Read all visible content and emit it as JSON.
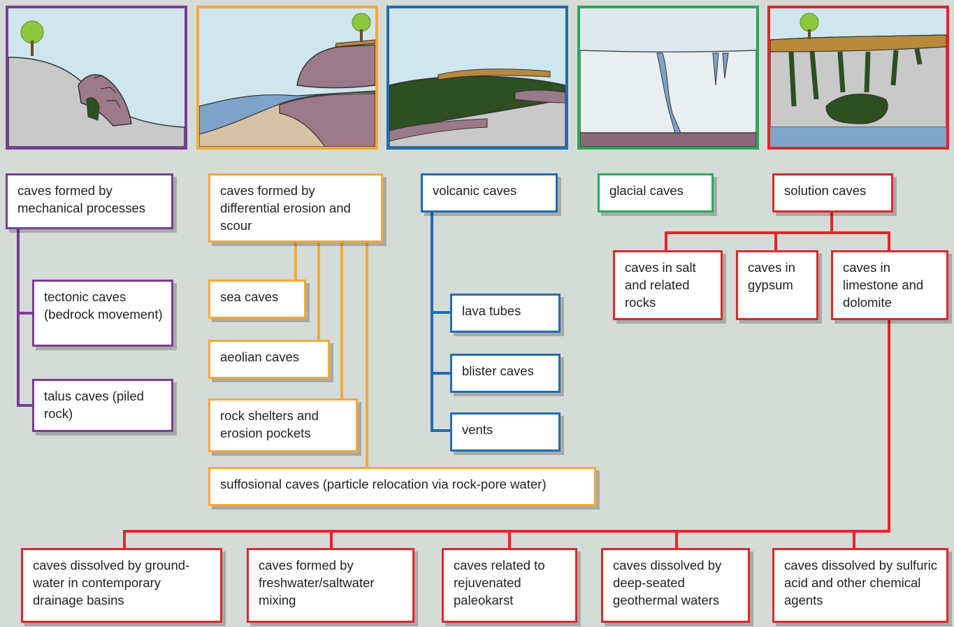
{
  "colors": {
    "mechanical": "#7a3d96",
    "erosion": "#f2aa3a",
    "volcanic": "#1f6db3",
    "glacial": "#2aa85d",
    "solution": "#e0272b"
  },
  "categories": {
    "mechanical": {
      "label": "caves formed by mechanical processes",
      "children": [
        "tectonic  caves (bedrock movement)",
        "talus caves (piled rock)"
      ]
    },
    "erosion": {
      "label": "caves formed by differential erosion and scour",
      "children": [
        "sea caves",
        "aeolian caves",
        "rock shelters and erosion pockets",
        "suffosional caves (particle relocation via rock-pore water)"
      ]
    },
    "volcanic": {
      "label": "volcanic caves",
      "children": [
        "lava tubes",
        "blister caves",
        "vents"
      ]
    },
    "glacial": {
      "label": "glacial caves"
    },
    "solution": {
      "label": "solution caves",
      "children": [
        "caves in salt and related rocks",
        "caves in gypsum",
        "caves in limestone and dolomite"
      ],
      "limestone_children": [
        "caves dissolved by ground-water in contemporary drainage basins",
        "caves formed by freshwater/saltwater mixing",
        "caves related to rejuvenated paleokarst",
        "caves dissolved by deep-seated geothermal waters",
        "caves dissolved by sulfuric acid and other chemical agents"
      ]
    }
  }
}
